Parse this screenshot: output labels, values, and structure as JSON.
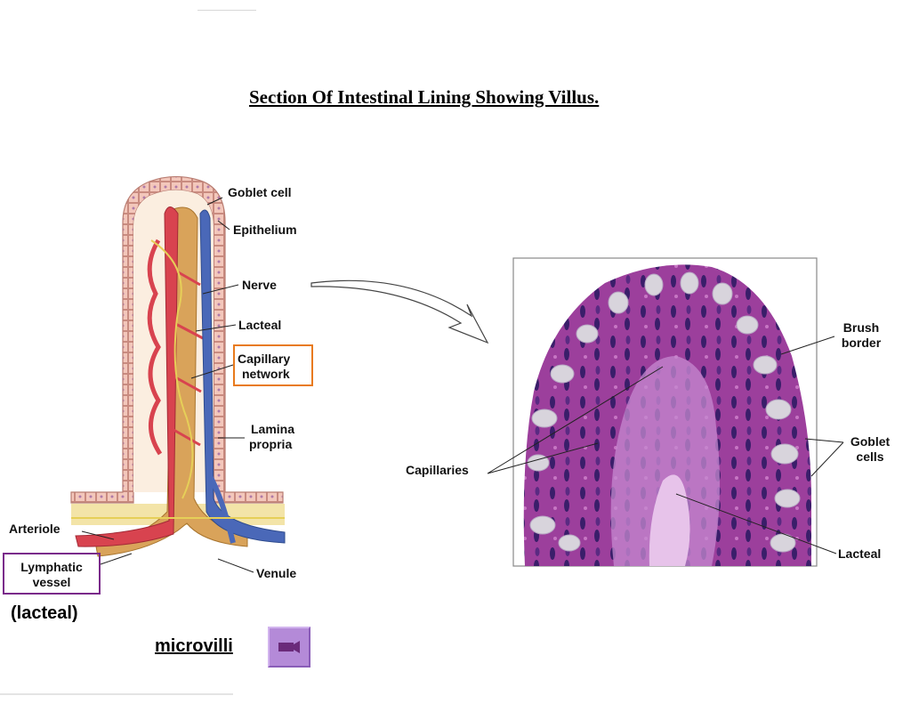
{
  "title": "Section Of Intestinal Lining Showing Villus.",
  "left_labels": {
    "goblet_cell": "Goblet cell",
    "epithelium": "Epithelium",
    "nerve": "Nerve",
    "lacteal": "Lacteal",
    "capillary_network_1": "Capillary",
    "capillary_network_2": "network",
    "lamina_propria_1": "Lamina",
    "lamina_propria_2": "propria",
    "arteriole": "Arteriole",
    "lymphatic_vessel_1": "Lymphatic",
    "lymphatic_vessel_2": "vessel",
    "venule": "Venule",
    "lacteal_paren": "(lacteal)"
  },
  "right_labels": {
    "brush_border_1": "Brush",
    "brush_border_2": "border",
    "goblet_cells_1": "Goblet",
    "goblet_cells_2": "cells",
    "capillaries": "Capillaries",
    "lacteal": "Lacteal"
  },
  "link": {
    "microvilli": "microvilli"
  },
  "icons": {
    "video": "video-camera-icon"
  },
  "colors": {
    "capillary_box": "#e87a1c",
    "lymphatic_box": "#7a2a8a",
    "video_button": "#b48ad8",
    "artery": "#d8434f",
    "vein": "#4a68b8",
    "lacteal_vessel": "#d9a35a",
    "epithelium": "#f1c0b4",
    "tissue": "#9a3f9a"
  }
}
